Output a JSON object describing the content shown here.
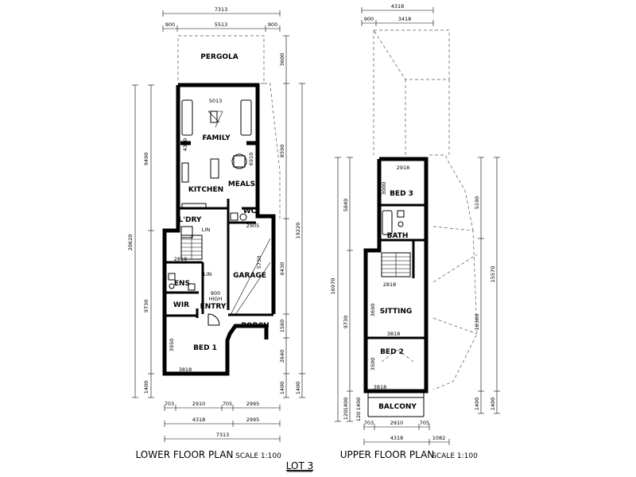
{
  "lower": {
    "title": "LOWER FLOOR PLAN",
    "scale": "SCALE 1:100",
    "rooms": {
      "pergola": "PERGOLA",
      "family": "FAMILY",
      "kitchen": "KITCHEN",
      "meals": "MEALS",
      "ldry": "L'DRY",
      "wc": "WC",
      "lin1": "LIN",
      "lin2": "LIN",
      "garage": "GARAGE",
      "ens": "ENS",
      "wir": "WIR",
      "entry": "ENTRY",
      "high_note_1": "900",
      "high_note_2": "HIGH",
      "porch": "PORCH",
      "bed1": "BED 1"
    },
    "dims": {
      "top_overall": "7313",
      "top_left": "900",
      "top_mid": "5513",
      "top_right": "900",
      "family_w": "5013",
      "family_h": "4300",
      "meals_h": "6910",
      "wc_w": "2905",
      "stair_w": "2818",
      "garage_h": "5730",
      "bed1_h": "3950",
      "bed1_w": "3818",
      "right_1": "3600",
      "right_2": "8590",
      "right_3": "19220",
      "right_4": "6430",
      "right_5": "1560",
      "right_6": "2640",
      "right_7": "1400",
      "right_8": "1400",
      "left_1": "9490",
      "left_2": "20620",
      "left_3": "9730",
      "left_4": "1400",
      "bot_1": "703",
      "bot_2": "2910",
      "bot_3": "705",
      "bot_4": "2995",
      "bot_5": "4318",
      "bot_6": "2995",
      "bot_7": "7313"
    }
  },
  "upper": {
    "title": "UPPER FLOOR PLAN",
    "scale": "SCALE 1:100",
    "rooms": {
      "bed3": "BED 3",
      "bath": "BATH",
      "sitting": "SITTING",
      "bed2": "BED 2",
      "balcony": "BALCONY"
    },
    "dims": {
      "top_overall": "4318",
      "top_left": "900",
      "top_mid": "3418",
      "bed3_w": "2918",
      "bed3_h": "3000",
      "stair_w": "2818",
      "sitting_h": "3690",
      "sitting_w": "3818",
      "bed2_h": "3500",
      "bed2_w": "3818",
      "left_1": "5840",
      "left_2": "16970",
      "left_3": "9730",
      "left_4": "1400",
      "left_5": "120",
      "left_6": "1400",
      "left_7": "120",
      "right_1": "5190",
      "right_2": "15570",
      "right_3": "10380",
      "right_4": "1400",
      "right_5": "1400",
      "bot_1": "703",
      "bot_2": "2910",
      "bot_3": "705",
      "bot_4": "4318",
      "bot_5": "1082"
    }
  },
  "lot_label": "LOT 3"
}
